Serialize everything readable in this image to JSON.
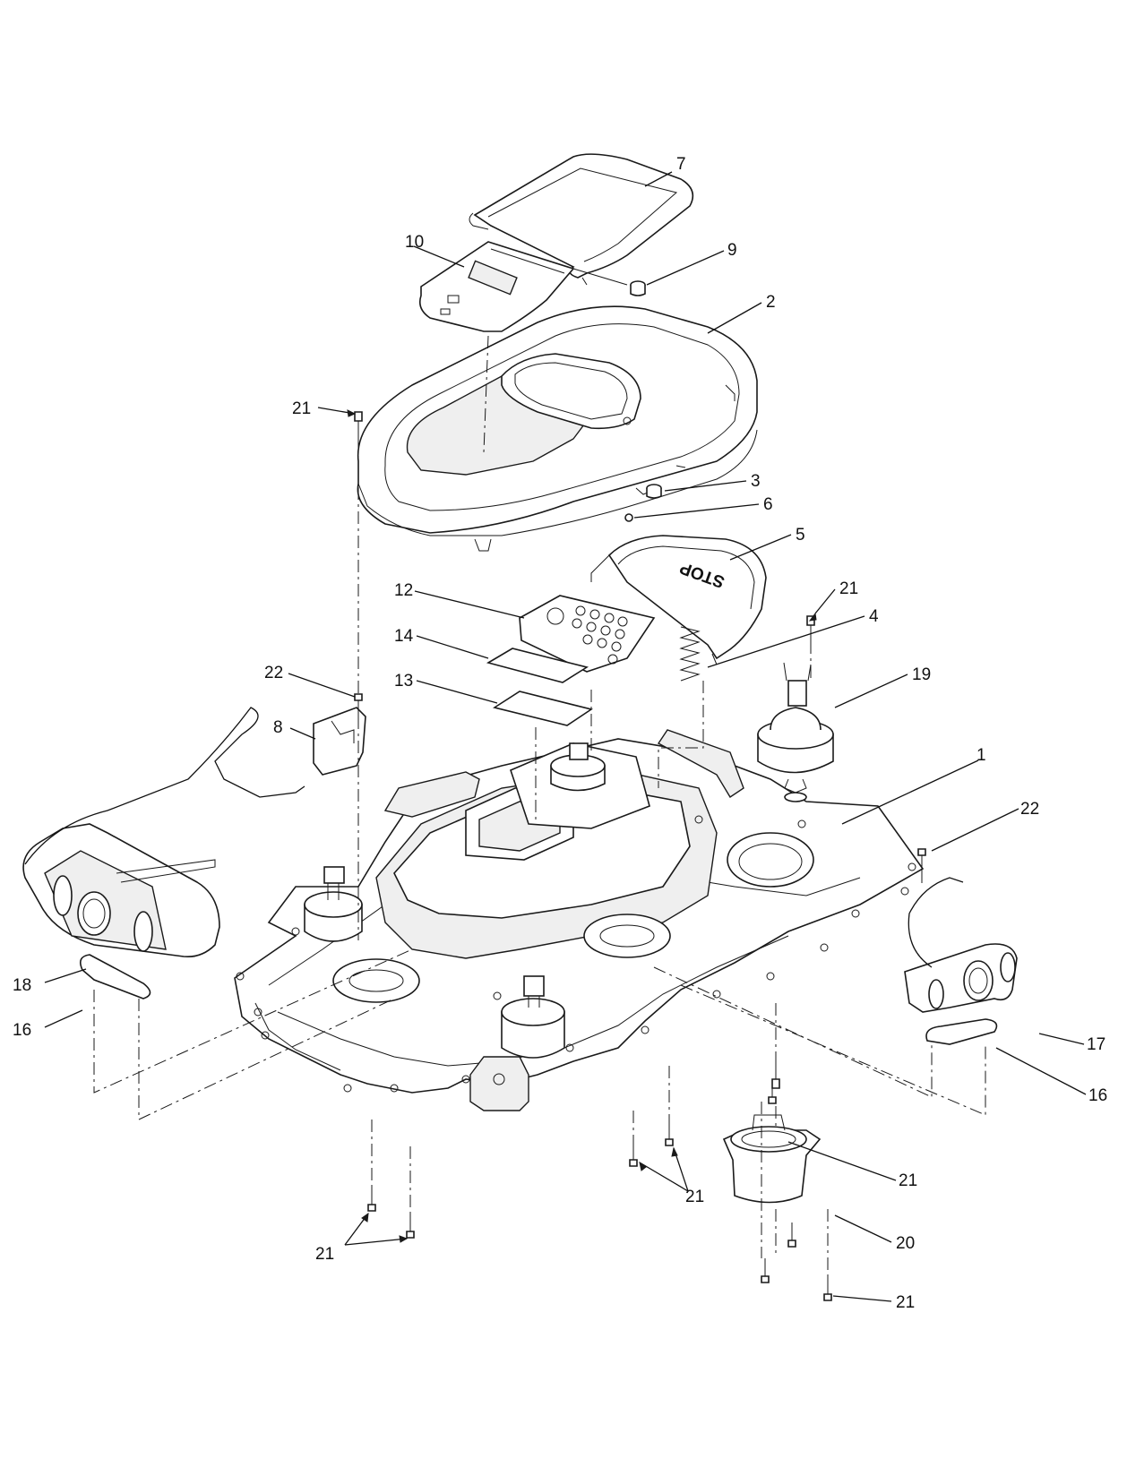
{
  "diagram": {
    "stop_text": "STOP",
    "callouts": {
      "c7": "7",
      "c10": "10",
      "c9": "9",
      "c2": "2",
      "c21_top": "21",
      "c3": "3",
      "c6": "6",
      "c5": "5",
      "c12": "12",
      "c21_right_upper": "21",
      "c4": "4",
      "c14": "14",
      "c22_left": "22",
      "c13": "13",
      "c19": "19",
      "c8": "8",
      "c1": "1",
      "c22_right": "22",
      "c18": "18",
      "c16_left": "16",
      "c17": "17",
      "c16_right": "16",
      "c21_lower_right": "21",
      "c21_center_bottom": "21",
      "c20": "20",
      "c21_bottom_left": "21",
      "c21_bottom_right": "21"
    }
  }
}
